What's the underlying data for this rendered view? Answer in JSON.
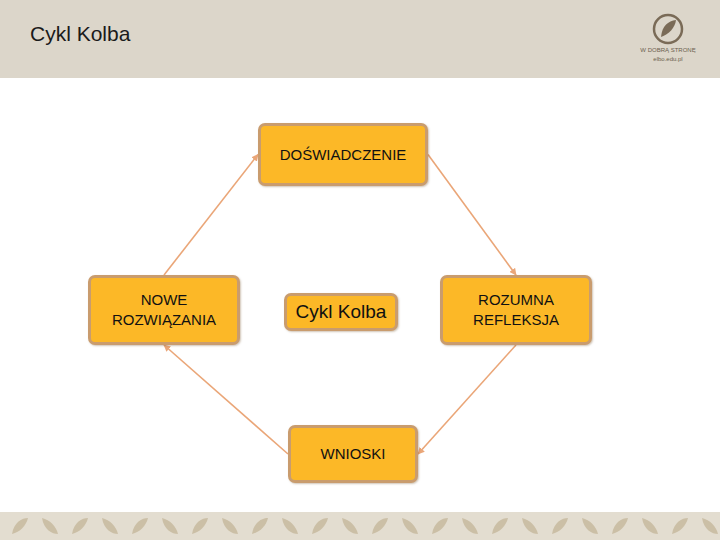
{
  "diagram": {
    "title": "Cykl Kolba",
    "nodes": [
      {
        "text": [
          "DOŚWIADCZENIE"
        ]
      },
      {
        "text": [
          "NOWE ROZWIĄZANIA"
        ]
      },
      {
        "text": [
          "Cykl Kolba"
        ]
      },
      {
        "text": [
          "ROZUMNA REFLEKSJA"
        ]
      },
      {
        "text": [
          "WNIOSKI"
        ]
      }
    ],
    "edges": [
      {
        "from": 0,
        "to": 3,
        "arrow": "to"
      },
      {
        "from": 3,
        "to": 4,
        "arrow": "to"
      },
      {
        "from": 4,
        "to": 1,
        "arrow": "to"
      },
      {
        "from": 1,
        "to": 0,
        "arrow": "to"
      }
    ],
    "labels": [
      "W DOBRĄ STRONĘ",
      "elbo.edu.pl"
    ]
  }
}
